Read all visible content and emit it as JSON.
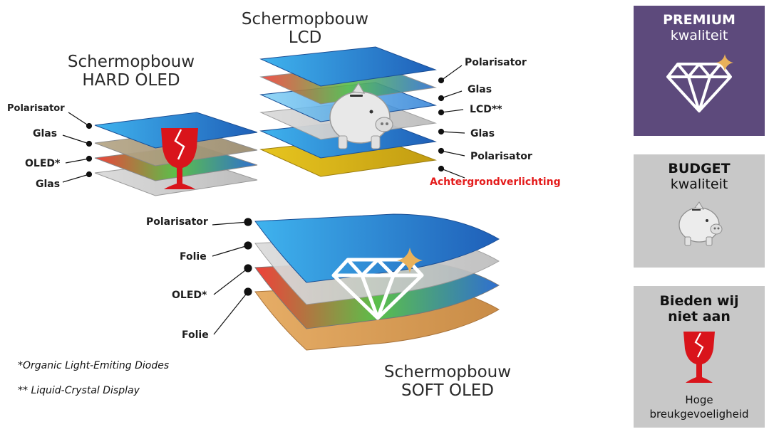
{
  "lcd": {
    "title_line1": "Schermopbouw",
    "title_line2": "LCD",
    "labels": [
      "Polarisator",
      "Glas",
      "LCD**",
      "Glas",
      "Polarisator",
      "Achtergrondverlichting"
    ]
  },
  "hard_oled": {
    "title_line1": "Schermopbouw",
    "title_line2": "HARD OLED",
    "labels": [
      "Polarisator",
      "Glas",
      "OLED*",
      "Glas"
    ]
  },
  "soft_oled": {
    "title_line1": "Schermopbouw",
    "title_line2": "SOFT OLED",
    "labels": [
      "Polarisator",
      "Folie",
      "OLED*",
      "Folie"
    ]
  },
  "footnotes": [
    "*Organic Light-Emiting Diodes",
    "** Liquid-Crystal Display"
  ],
  "cards": {
    "premium": {
      "title": "PREMIUM",
      "subtitle": "kwaliteit"
    },
    "budget": {
      "title": "BUDGET",
      "subtitle": "kwaliteit"
    },
    "none": {
      "title_line1": "Bieden wij",
      "title_line2": "niet aan",
      "caption_line1": "Hoge",
      "caption_line2": "breukgevoeligheid"
    }
  },
  "colors": {
    "premium_bg": "#5d4a7c",
    "card_grey": "#c8c8c8",
    "accent_red": "#e41b1b",
    "layer_blue": "#2a8fd6",
    "layer_yellow": "#d8b51b",
    "layer_orange": "#d89a55",
    "gold_sparkle": "#e9b15a"
  },
  "icons": [
    "diamond-icon",
    "piggy-bank-icon",
    "broken-glass-icon",
    "sparkle-icon"
  ]
}
